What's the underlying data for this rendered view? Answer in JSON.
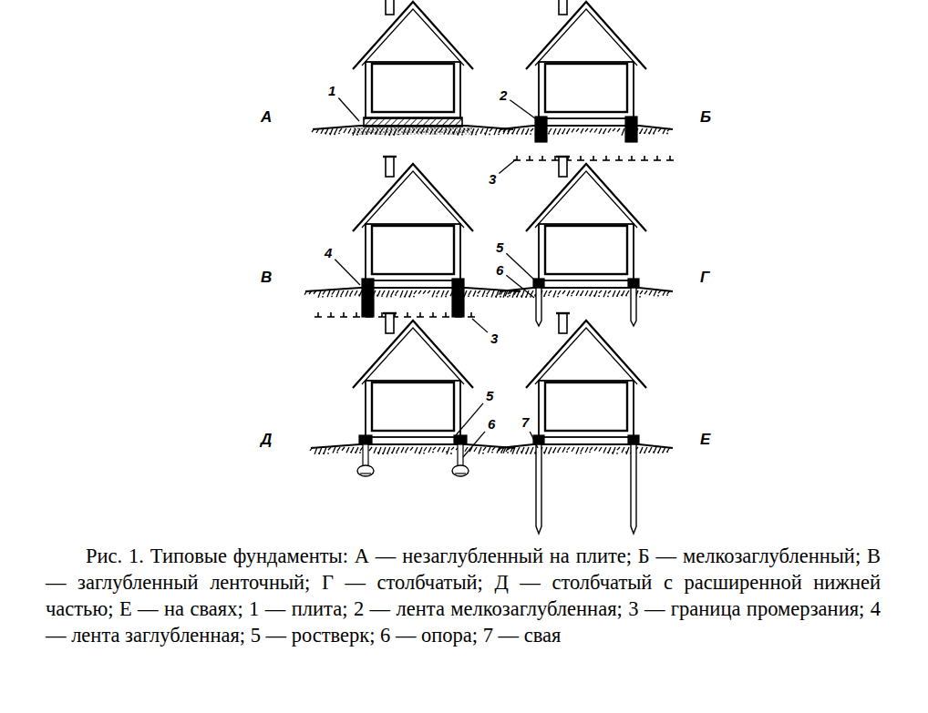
{
  "diagram": {
    "caption": "Рис. 1. Типовые фундаменты: А — незаглубленный на плите; Б — мелкозаглубленный; В — заглубленный ленточный; Г — столбчатый; Д — столбчатый с расширенной нижней частью; Е — на сваях; 1 — плита; 2 — лента мелкозаглубленная; 3 — граница промерзания; 4 — лента заглубленная; 5 — ростверк; 6 — опора; 7 — свая",
    "labels": [
      "А",
      "1",
      "2",
      "Б",
      "3",
      "4",
      "В",
      "3",
      "5",
      "6",
      "Г",
      "5",
      "6",
      "Д",
      "7",
      "Е"
    ]
  }
}
